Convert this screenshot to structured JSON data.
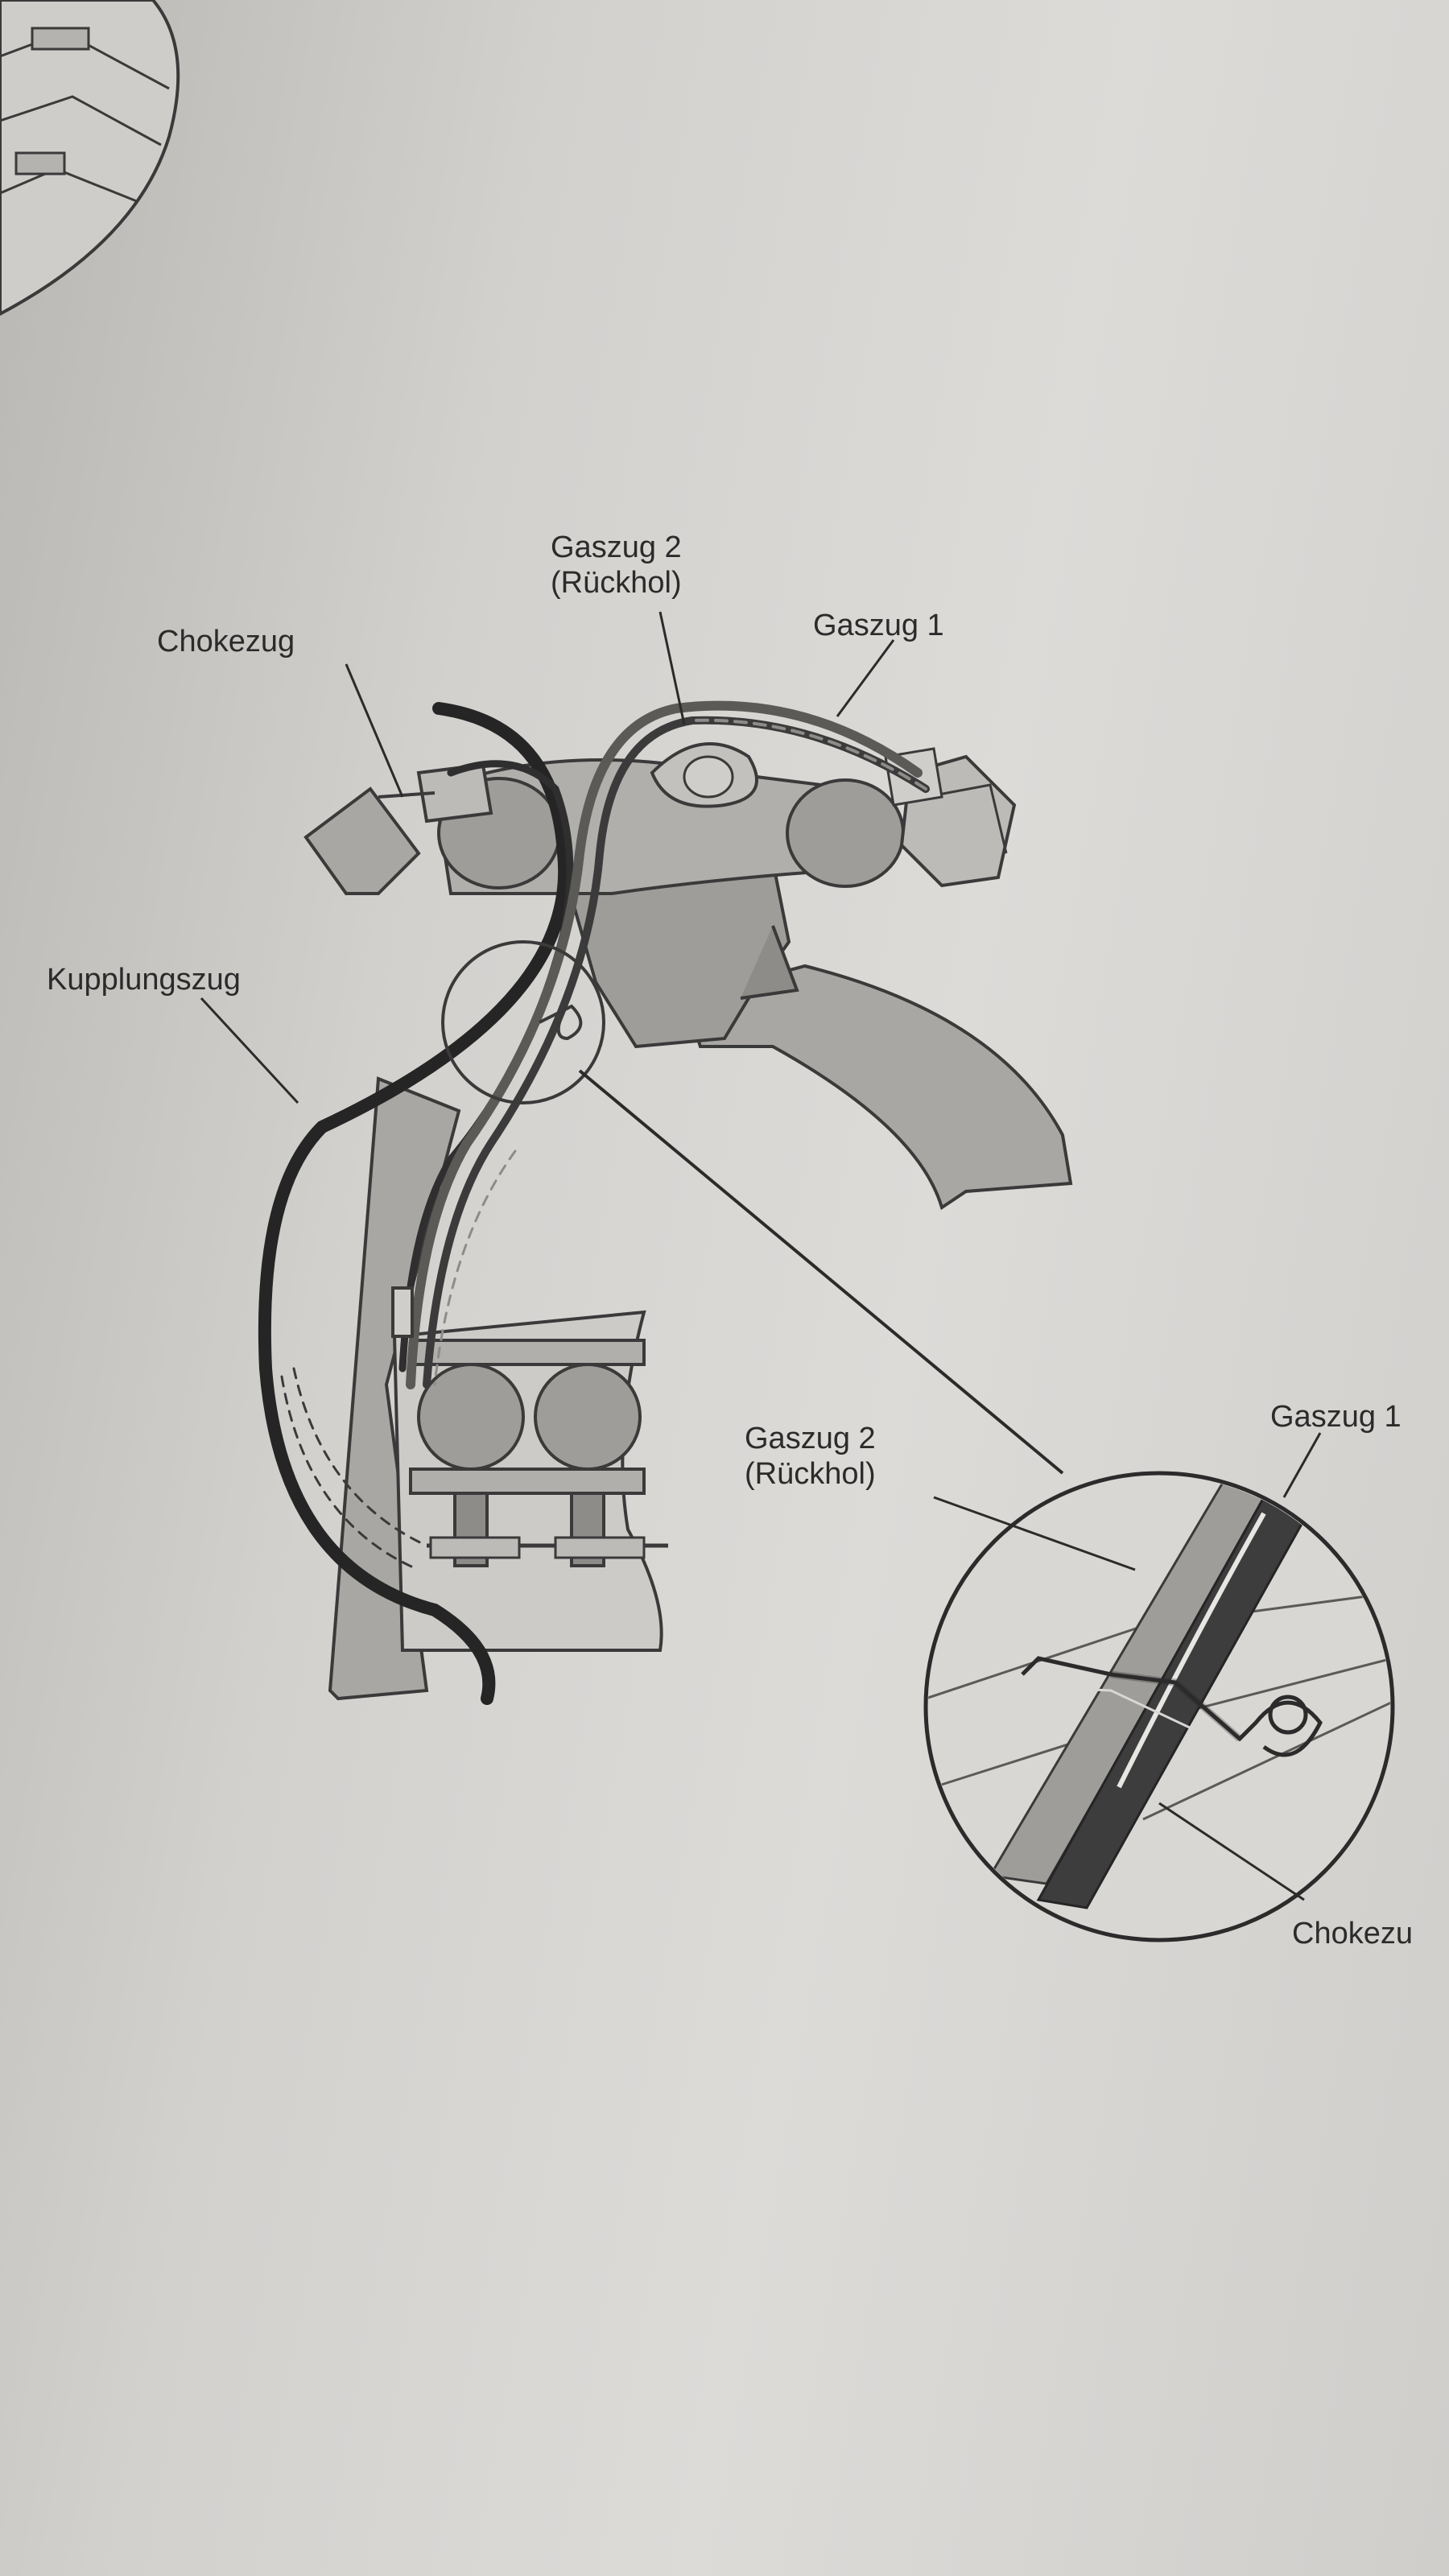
{
  "labels": {
    "gaszug2_title": "Gaszug 2",
    "gaszug2_sub": "(Rückhol)",
    "gaszug1": "Gaszug 1",
    "chokezug": "Chokezug",
    "kupplungszug": "Kupplungszug",
    "detail_gaszug2_title": "Gaszug 2",
    "detail_gaszug2_sub": "(Rückhol)",
    "detail_gaszug1": "Gaszug 1",
    "detail_chokezug": "Chokezu"
  },
  "colors": {
    "paper": "#d8d6d3",
    "part_fill": "#a9a7a4",
    "part_dark": "#8e8c89",
    "cable_dark": "#252525",
    "line": "#3a3a3a"
  }
}
